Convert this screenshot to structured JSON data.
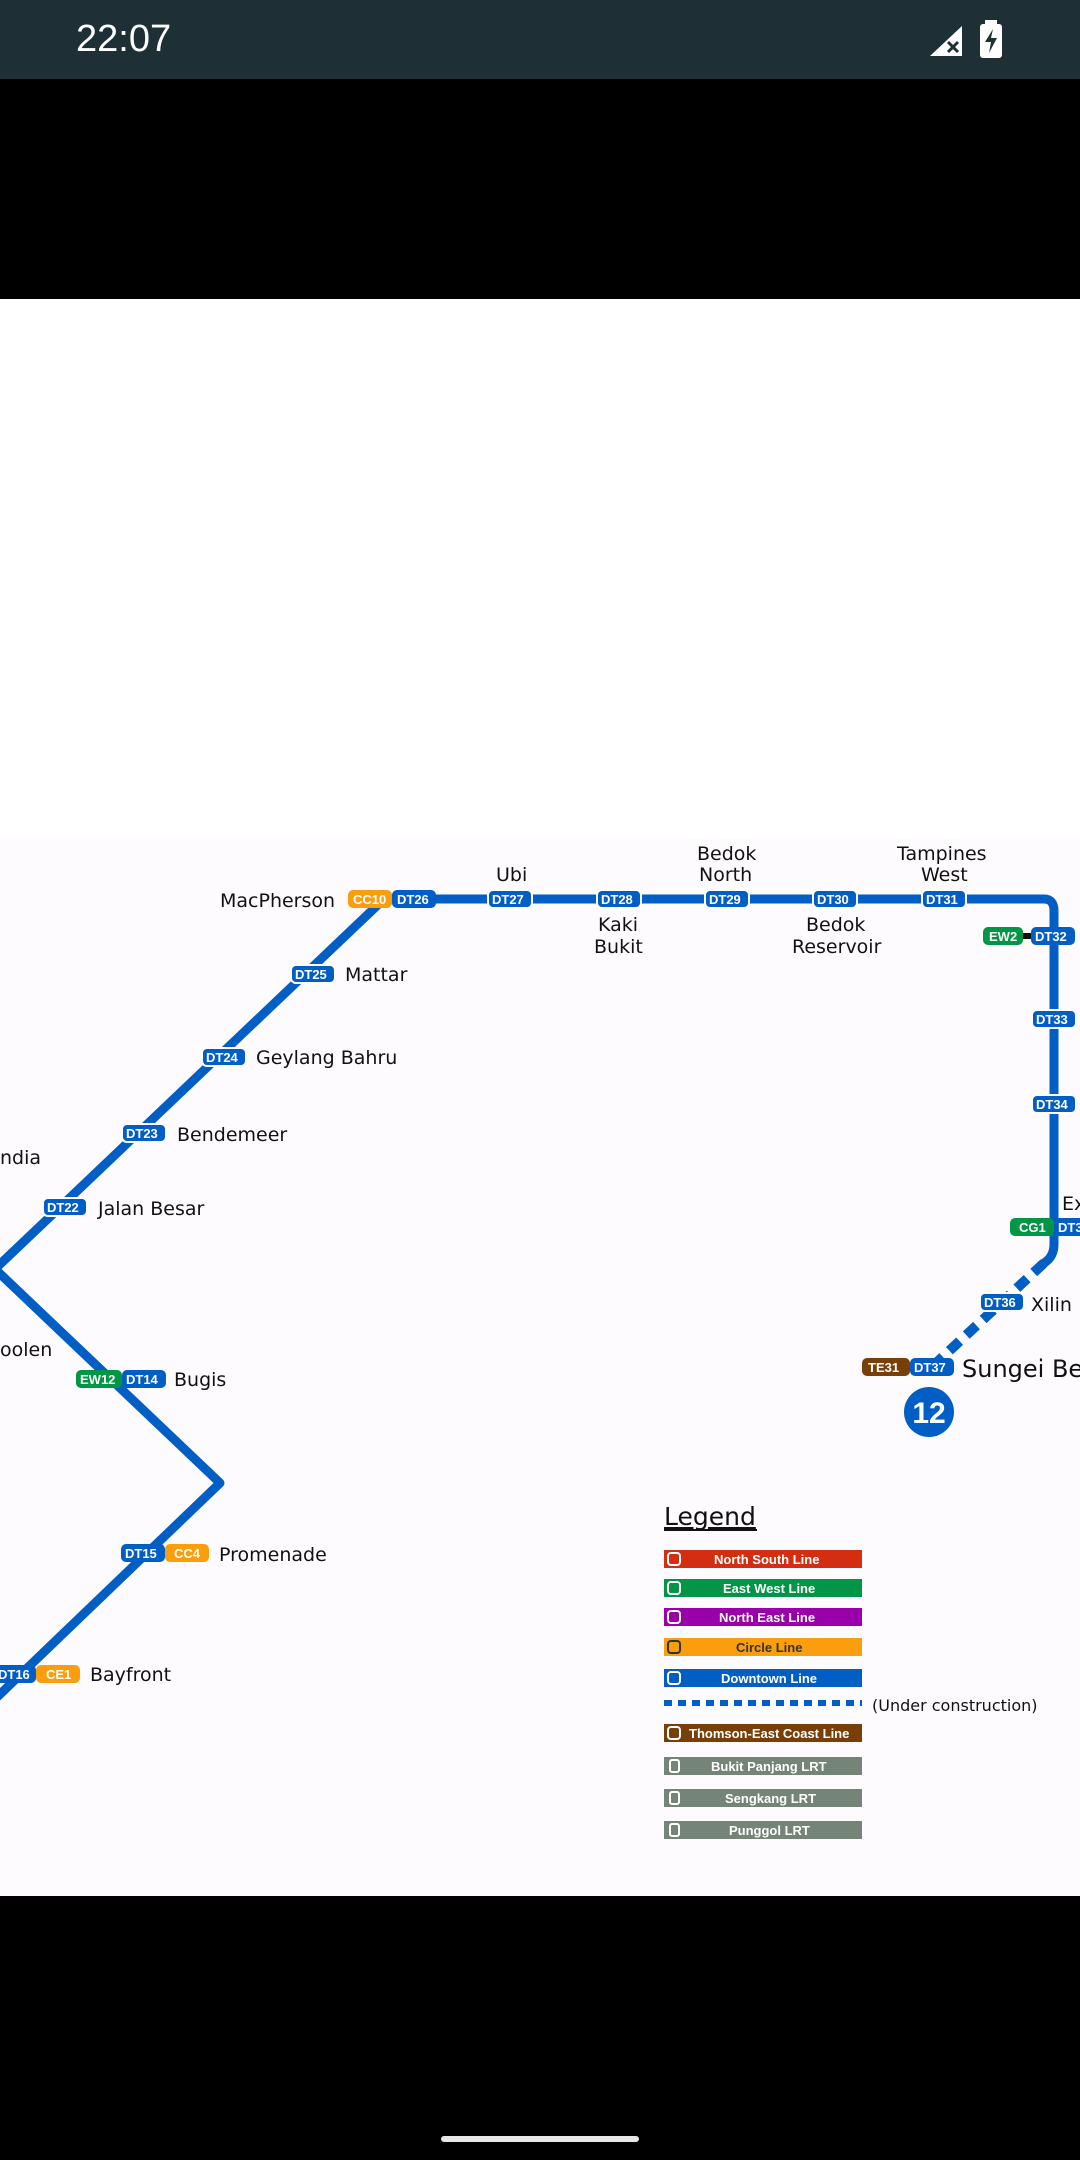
{
  "status_bar": {
    "time": "22:07"
  },
  "map": {
    "stations": {
      "macpherson": "MacPherson",
      "ubi": "Ubi",
      "kaki_bukit": "Kaki\nBukit",
      "bedok_north": "Bedok\nNorth",
      "bedok_reservoir": "Bedok\nReservoir",
      "tampines_west": "Tampines\nWest",
      "mattar": "Mattar",
      "geylang_bahru": "Geylang Bahru",
      "bendemeer": "Bendemeer",
      "little_india_partial": "ndia",
      "jalan_besar": "Jalan Besar",
      "rochor_partial": "oolen",
      "bugis": "Bugis",
      "promenade": "Promenade",
      "bayfront": "Bayfront",
      "expo_partial": "Ex",
      "xilin": "Xilin",
      "sungei_bedok_partial": "Sungei Be"
    },
    "codes": {
      "cc10": "CC10",
      "dt26": "DT26",
      "dt27": "DT27",
      "dt28": "DT28",
      "dt29": "DT29",
      "dt30": "DT30",
      "dt31": "DT31",
      "ew2": "EW2",
      "dt32": "DT32",
      "dt33": "DT33",
      "dt34": "DT34",
      "cg1": "CG1",
      "dt35": "DT3",
      "dt36": "DT36",
      "te31": "TE31",
      "dt37": "DT37",
      "dt25": "DT25",
      "dt24": "DT24",
      "dt23": "DT23",
      "dt22": "DT22",
      "ew12": "EW12",
      "dt14": "DT14",
      "dt15": "DT15",
      "cc4": "CC4",
      "dt16": "DT16",
      "ce1": "CE1"
    },
    "line_number": "12",
    "legend": {
      "title": "Legend",
      "items": [
        {
          "label": "North South Line",
          "color": "#d42e12"
        },
        {
          "label": "East West Line",
          "color": "#009645"
        },
        {
          "label": "North East Line",
          "color": "#9900aa"
        },
        {
          "label": "Circle Line",
          "color": "#fa9e0d"
        },
        {
          "label": "Downtown Line",
          "color": "#005ec4"
        },
        {
          "label": "Thomson-East Coast Line",
          "color": "#784008"
        },
        {
          "label": "Bukit Panjang LRT",
          "color": "#748477"
        },
        {
          "label": "Sengkang LRT",
          "color": "#748477"
        },
        {
          "label": "Punggol LRT",
          "color": "#748477"
        }
      ],
      "under_construction": "(Under construction)"
    },
    "colors": {
      "dtl": "#005ec4",
      "ccl": "#fa9e0d",
      "ewl": "#009645",
      "tel": "#784008"
    }
  }
}
